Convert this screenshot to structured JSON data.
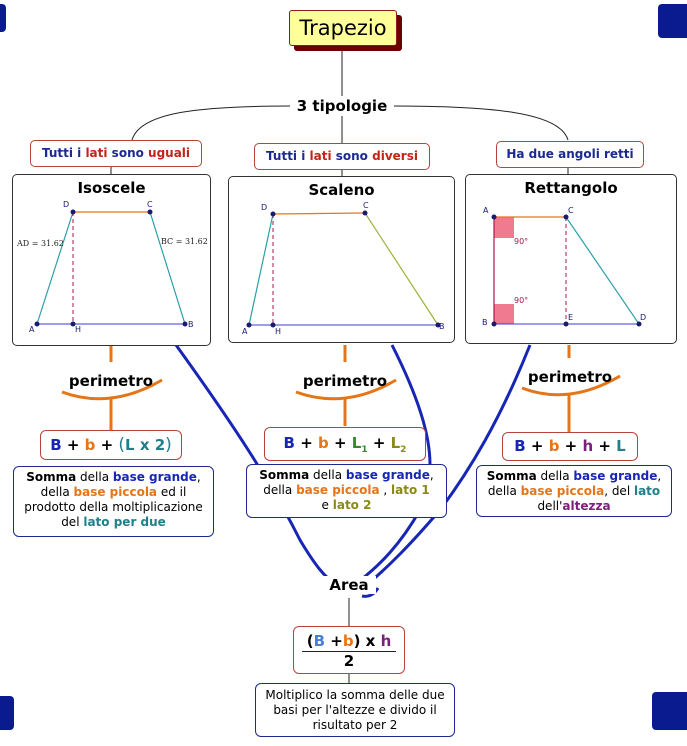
{
  "title": "Trapezio",
  "center_label": "3 tipologie",
  "types": [
    {
      "hint_parts": [
        "Tutti i ",
        "lati",
        " sono ",
        "uguali"
      ],
      "name": "Isoscele",
      "points": [
        "A",
        "B",
        "C",
        "D",
        "H"
      ],
      "measures": [
        "AD = 31.62",
        "BC = 31.62"
      ],
      "perimeter_label": "perimetro",
      "formula_parts": [
        "B",
        " + ",
        "b",
        " + ",
        "(",
        "L x 2",
        ")"
      ],
      "desc_parts": [
        "Somma",
        " della ",
        "base grande",
        ",",
        "della ",
        "base piccola",
        " ed il",
        "prodotto della moltiplicazione",
        "del ",
        "lato per due"
      ]
    },
    {
      "hint_parts": [
        "Tutti i ",
        "lati",
        " sono ",
        "diversi"
      ],
      "name": "Scaleno",
      "points": [
        "A",
        "B",
        "C",
        "D",
        "H"
      ],
      "perimeter_label": "perimetro",
      "formula_parts": [
        "B",
        " + ",
        "b",
        " + ",
        "L",
        "1",
        " + ",
        "L",
        "2"
      ],
      "desc_parts": [
        "Somma",
        " della ",
        "base grande",
        ",",
        "della ",
        "base piccola",
        " , ",
        "lato 1",
        "e ",
        "lato 2"
      ]
    },
    {
      "hint_parts": [
        "Ha due angoli retti"
      ],
      "name": "Rettangolo",
      "points": [
        "A",
        "B",
        "C",
        "D",
        "E"
      ],
      "angles": [
        "90°",
        "90°"
      ],
      "perimeter_label": "perimetro",
      "formula_parts": [
        "B",
        " + ",
        "b",
        " + ",
        "h",
        " + ",
        "L"
      ],
      "desc_parts": [
        "Somma",
        " della ",
        "base grande",
        ",",
        "della ",
        "base piccola",
        ", del ",
        "lato",
        "dell'",
        "altezza"
      ]
    }
  ],
  "area": {
    "label": "Area",
    "formula_open": "(",
    "formula_B": "B",
    "formula_plus": " +",
    "formula_b": "b",
    "formula_close": ")",
    "formula_times": " x ",
    "formula_h": "h",
    "formula_den": "2",
    "desc": "Moltiplico la somma delle due basi per l'altezze e divido il risultato per 2"
  },
  "colors": {
    "title_bg": "#ffff99",
    "hint_border": "#b8433c",
    "blue": "#1726b5",
    "orange": "#e67517",
    "green": "#2d8a2d",
    "teal": "#1f7f8a",
    "purple": "#7a1f7a",
    "corner": "#0a1b8f"
  }
}
